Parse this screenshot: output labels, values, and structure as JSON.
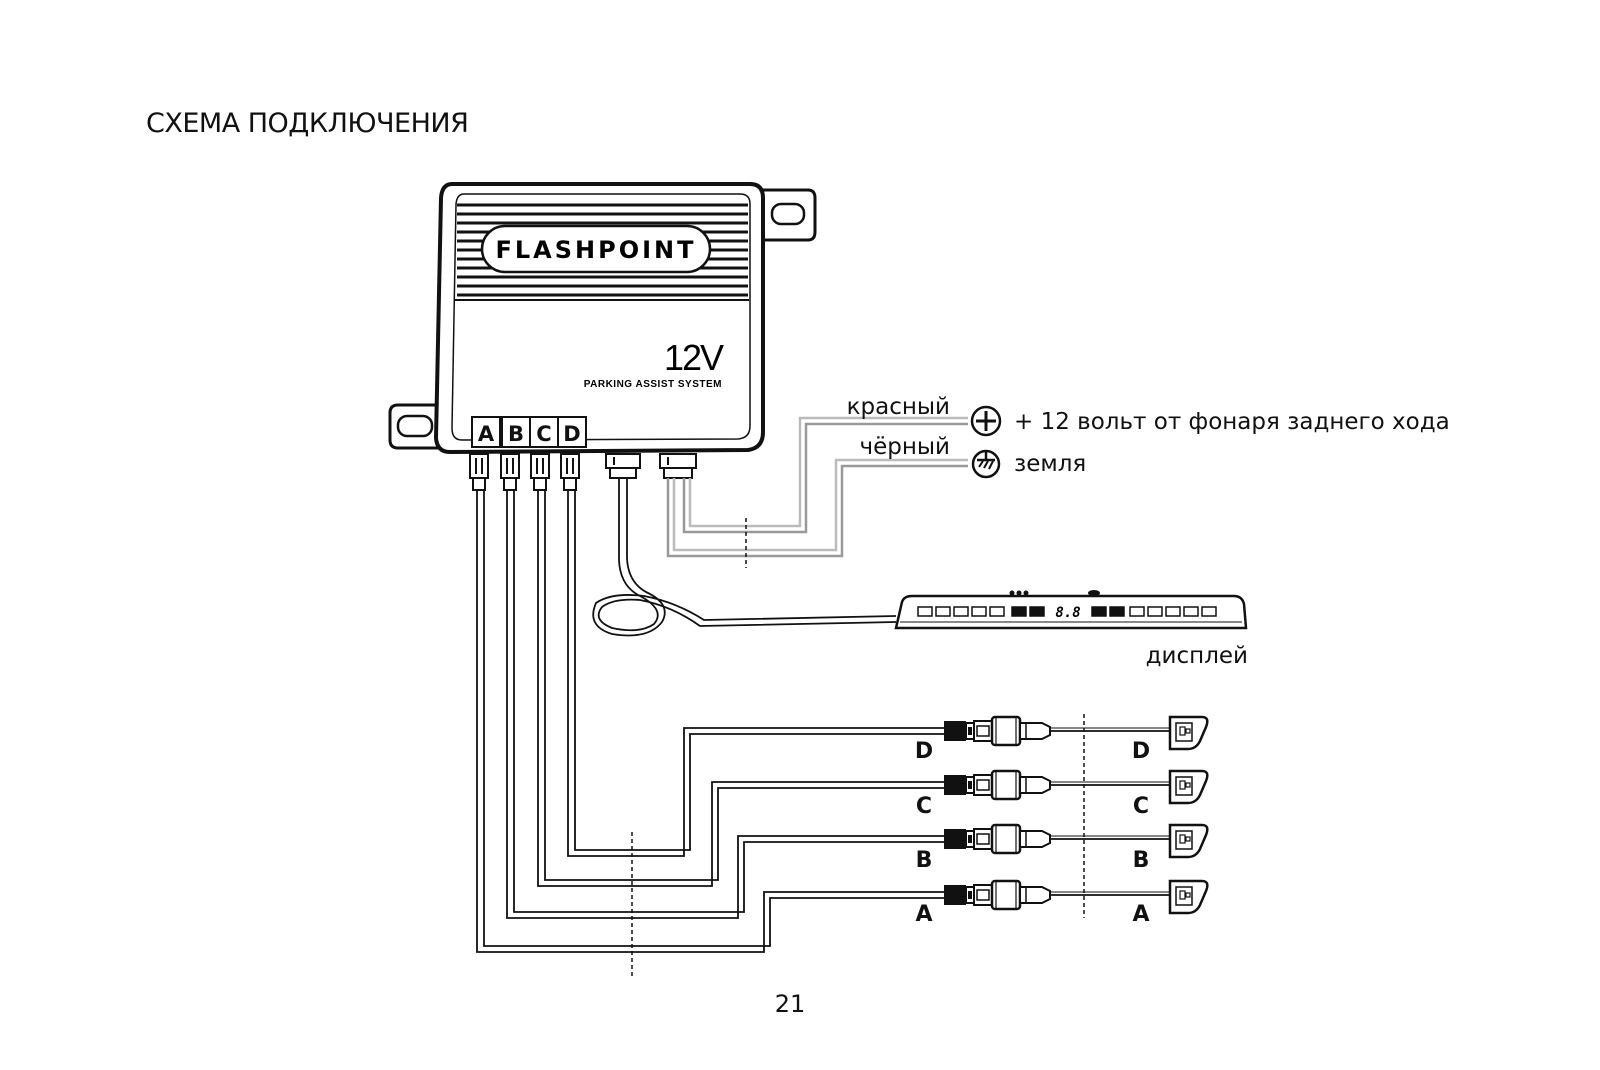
{
  "page": {
    "title": "СХЕМА ПОДКЛЮЧЕНИЯ",
    "number": "21"
  },
  "control_unit": {
    "brand": "FLASHPOINT",
    "voltage": "12V",
    "subtitle": "PARKING ASSIST SYSTEM",
    "ports": [
      "A",
      "B",
      "C",
      "D"
    ]
  },
  "power": {
    "red_label": "красный",
    "red_desc": "+ 12 вольт от фонаря заднего хода",
    "black_label": "чёрный",
    "black_desc": "земля",
    "plus_icon": "plus-terminal-icon",
    "ground_icon": "ground-terminal-icon"
  },
  "display": {
    "label": "дисплей",
    "readout": "8.8"
  },
  "sensors": {
    "connector_labels": [
      "D",
      "C",
      "B",
      "A"
    ],
    "sensor_labels": [
      "D",
      "C",
      "B",
      "A"
    ]
  },
  "colors": {
    "line": "#111111",
    "grey_wire": "#aaaaaa"
  }
}
